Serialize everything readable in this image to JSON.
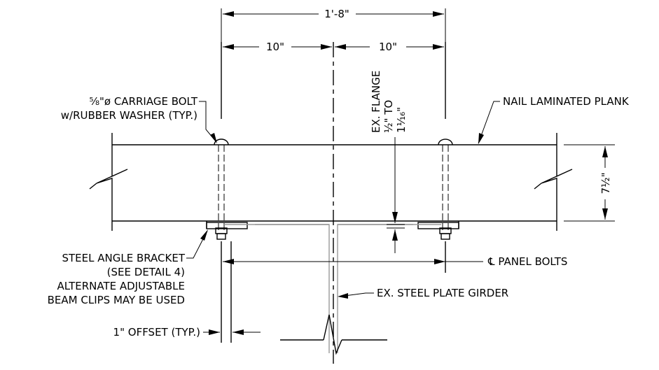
{
  "dimensions": {
    "overall": "1'-8\"",
    "left_half": "10\"",
    "right_half": "10\"",
    "plank_depth": "7½\""
  },
  "flange": {
    "line1": "EX. FLANGE",
    "line2": "½\" TO",
    "line3": "1¹⁄₁₆\""
  },
  "labels": {
    "carriage_bolt_1": "⅝\"ø CARRIAGE BOLT",
    "carriage_bolt_2": "w/RUBBER WASHER (TYP.)",
    "plank": "NAIL LAMINATED PLANK",
    "bracket_1": "STEEL ANGLE BRACKET",
    "bracket_2": "(SEE DETAIL 4)",
    "bracket_3": "ALTERNATE ADJUSTABLE",
    "bracket_4": "BEAM CLIPS MAY BE USED",
    "panel_bolts": "℄ PANEL BOLTS",
    "girder": "EX. STEEL PLATE GIRDER",
    "offset": "1\" OFFSET (TYP.)"
  }
}
